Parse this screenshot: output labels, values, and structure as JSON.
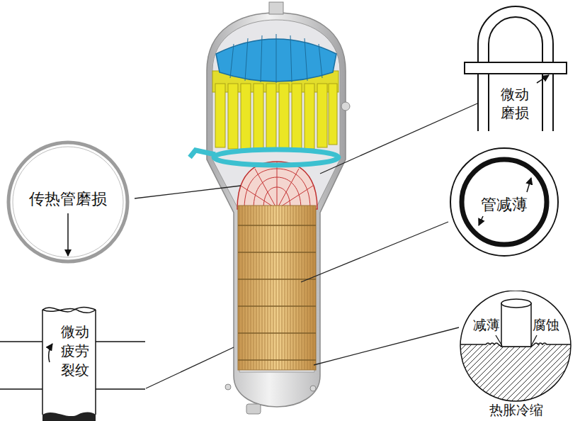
{
  "diagram": {
    "nodes": [
      {
        "text": [
          "传热管磨损"
        ]
      },
      {
        "text": [
          "微动 磨损"
        ]
      },
      {
        "text": [
          "管减薄"
        ]
      },
      {
        "text": [
          "微动 疲劳 裂纹"
        ]
      },
      {
        "text": [
          "减薄",
          "腐蚀",
          "热胀冷缩"
        ]
      }
    ]
  }
}
